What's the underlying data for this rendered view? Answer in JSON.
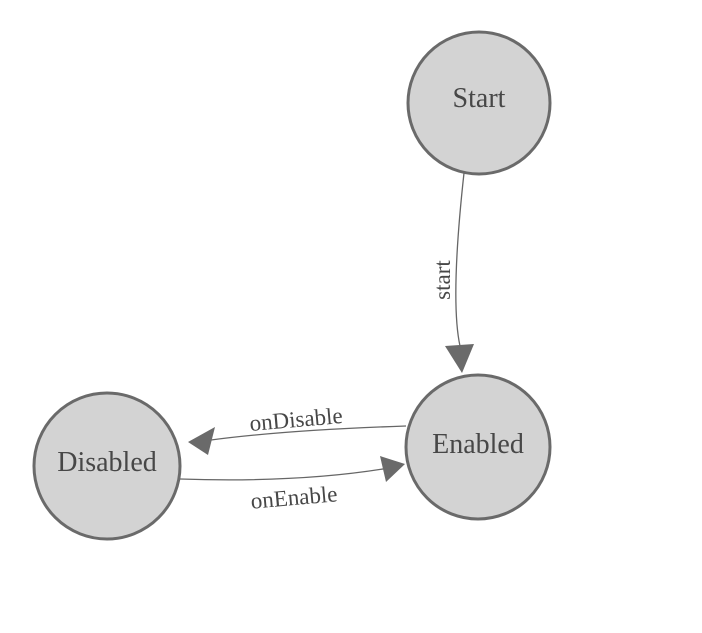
{
  "diagram": {
    "kind": "state-machine",
    "nodes": [
      {
        "label": "Start"
      },
      {
        "label": "Enabled"
      },
      {
        "label": "Disabled"
      }
    ],
    "edges": [
      {
        "from": "Start",
        "to": "Enabled",
        "label": "start"
      },
      {
        "from": "Enabled",
        "to": "Disabled",
        "label": "onDisable"
      },
      {
        "from": "Disabled",
        "to": "Enabled",
        "label": "onEnable"
      }
    ],
    "colors": {
      "background": "#ffffff",
      "node_fill": "#d3d3d3",
      "node_stroke": "#6a6a6a",
      "edge_stroke": "#666666",
      "arrowhead": "#6a6a6a",
      "text": "#474747"
    }
  }
}
